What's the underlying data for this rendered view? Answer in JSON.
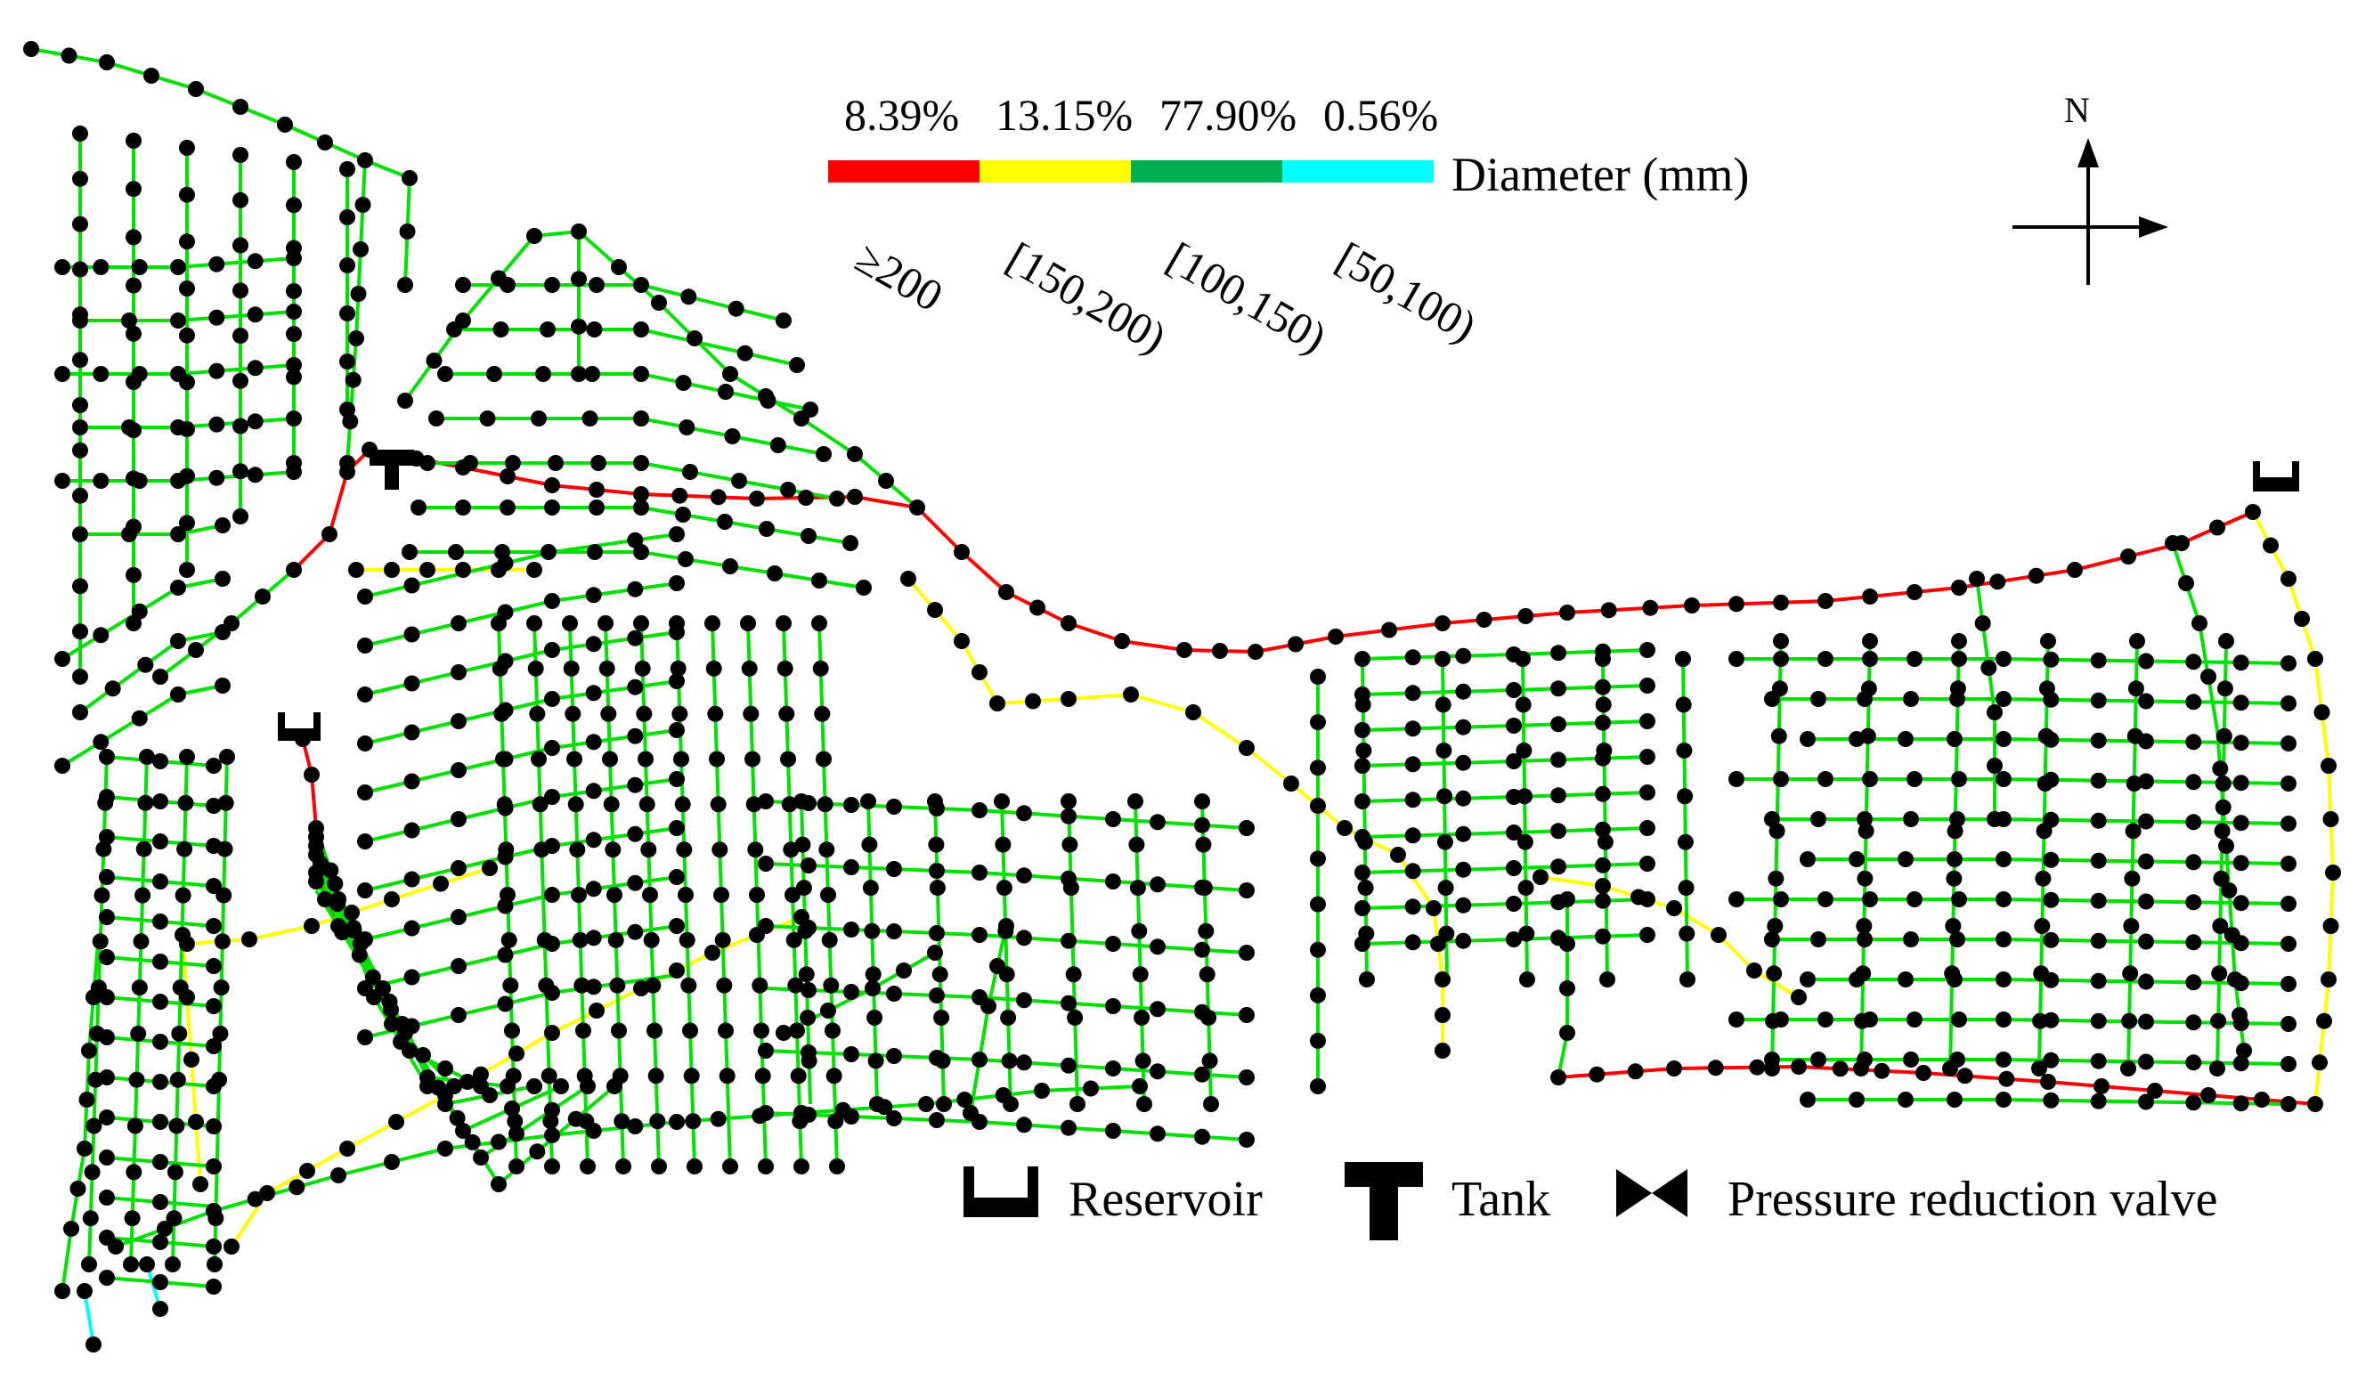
{
  "legend": {
    "title": "Diameter (mm)",
    "classes": [
      {
        "percent": "8.39%",
        "range": "≥200",
        "color": "#ff0000"
      },
      {
        "percent": "13.15%",
        "range": "[150,200)",
        "color": "#ffff00"
      },
      {
        "percent": "77.90%",
        "range": "[100,150)",
        "color": "#00b050"
      },
      {
        "percent": "0.56%",
        "range": "[50,100)",
        "color": "#00ffff"
      }
    ]
  },
  "compass": {
    "north_label": "N"
  },
  "symbols": {
    "reservoir_label": "Reservoir",
    "tank_label": "Tank",
    "prv_label": "Pressure reduction valve"
  },
  "colors": {
    "pipe_large": "#ff0000",
    "pipe_medium": "#ffff00",
    "pipe_common": "#00e000",
    "pipe_small": "#00ffff",
    "node": "#000000"
  }
}
